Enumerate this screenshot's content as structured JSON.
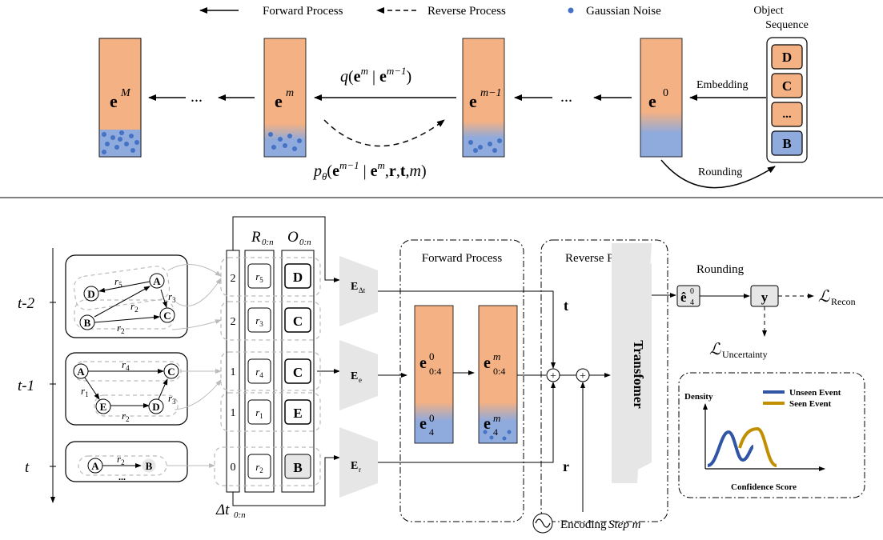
{
  "legend": {
    "forward": "Forward Process",
    "reverse": "Reverse Process",
    "noise": "Gaussian Noise"
  },
  "top": {
    "object_sequence_line1": "Object",
    "object_sequence_line2": "Sequence",
    "sequence_items": [
      "D",
      "C",
      "...",
      "B"
    ],
    "embedding": "Embedding",
    "rounding": "Rounding",
    "ellipsis": "...",
    "eM": "M",
    "em": "m",
    "em1": "m−1",
    "e0": "0",
    "q_formula": "q(e",
    "p_formula": "p"
  },
  "bottom": {
    "time_labels": [
      "t-2",
      "t-1",
      "t"
    ],
    "delta_values": [
      "2",
      "2",
      "1",
      "1",
      "0"
    ],
    "relations": [
      "r5",
      "r3",
      "r4",
      "r1",
      "r2"
    ],
    "objects": [
      "D",
      "C",
      "C",
      "E",
      "B"
    ],
    "R_label": "R",
    "R_sub": "0:n",
    "O_label": "O",
    "O_sub": "0:n",
    "delta_label": "Δt",
    "delta_sub": "0:n",
    "E_dt": "E",
    "E_dt_sub": "Δt",
    "E_e": "E",
    "E_e_sub": "e",
    "E_r": "E",
    "E_r_sub": "r",
    "forward_process": "Forward Process",
    "reverse_process": "Reverse Process",
    "transformer": "Transfomer",
    "rounding": "Rounding",
    "t_vec": "t",
    "r_vec": "r",
    "y_vec": "y",
    "loss_recon": "Recon",
    "loss_uncertainty": "Uncertainty",
    "encoding": "Encoding",
    "encoding_step": "Step m",
    "density": "Density",
    "confidence": "Confidence Score",
    "unseen_event": "Unseen Event",
    "seen_event": "Seen Event",
    "graph1_nodes": [
      "D",
      "A",
      "B",
      "C"
    ],
    "graph1_edges": [
      "r5",
      "r3",
      "r2",
      "r2"
    ],
    "graph2_nodes": [
      "A",
      "C",
      "E",
      "D"
    ],
    "graph2_edges": [
      "r4",
      "r1",
      "r2",
      "r3"
    ],
    "graph3_nodes": [
      "A",
      "B"
    ],
    "graph3_edges": [
      "r2"
    ],
    "graph3_more": "..."
  },
  "colors": {
    "orange": "#F4B183",
    "blue": "#8FAADC",
    "noise_dot": "#4472C4",
    "unseen": "#2F55A4",
    "seen": "#C09000",
    "gray_box": "#E6E6E6"
  }
}
